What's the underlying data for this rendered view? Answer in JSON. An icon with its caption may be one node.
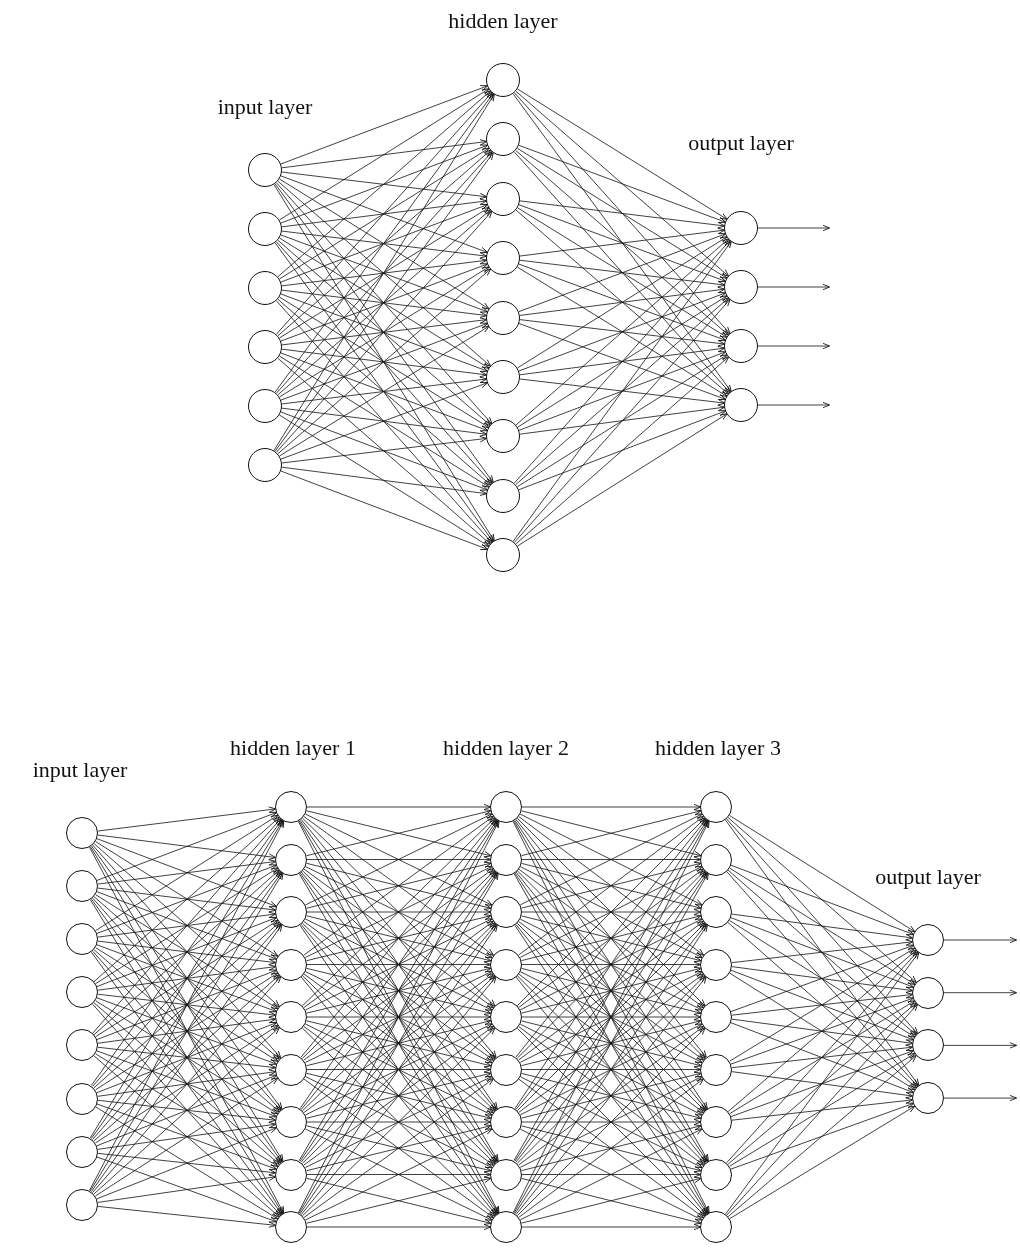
{
  "diagram": {
    "nodes": [
      {
        "text": [],
        "shape": "circle"
      },
      {
        "text": [],
        "shape": "circle"
      },
      {
        "text": [],
        "shape": "circle"
      },
      {
        "text": [],
        "shape": "circle"
      },
      {
        "text": [],
        "shape": "circle"
      },
      {
        "text": [],
        "shape": "circle"
      },
      {
        "text": [],
        "shape": "circle"
      },
      {
        "text": [],
        "shape": "circle"
      },
      {
        "text": [],
        "shape": "circle"
      },
      {
        "text": [],
        "shape": "circle"
      },
      {
        "text": [],
        "shape": "circle"
      },
      {
        "text": [],
        "shape": "circle"
      },
      {
        "text": [],
        "shape": "circle"
      },
      {
        "text": [],
        "shape": "circle"
      },
      {
        "text": [],
        "shape": "circle"
      },
      {
        "text": [],
        "shape": "circle"
      },
      {
        "text": [],
        "shape": "circle"
      },
      {
        "text": [],
        "shape": "circle"
      },
      {
        "text": [],
        "shape": "circle"
      },
      {
        "text": [],
        "shape": "circle"
      },
      {
        "text": [],
        "shape": "circle"
      },
      {
        "text": [],
        "shape": "circle"
      },
      {
        "text": [],
        "shape": "circle"
      },
      {
        "text": [],
        "shape": "circle"
      },
      {
        "text": [],
        "shape": "circle"
      },
      {
        "text": [],
        "shape": "circle"
      },
      {
        "text": [],
        "shape": "circle"
      },
      {
        "text": [],
        "shape": "circle"
      },
      {
        "text": [],
        "shape": "circle"
      },
      {
        "text": [],
        "shape": "circle"
      },
      {
        "text": [],
        "shape": "circle"
      },
      {
        "text": [],
        "shape": "circle"
      },
      {
        "text": [],
        "shape": "circle"
      },
      {
        "text": [],
        "shape": "circle"
      },
      {
        "text": [],
        "shape": "circle"
      },
      {
        "text": [],
        "shape": "circle"
      },
      {
        "text": [],
        "shape": "circle"
      },
      {
        "text": [],
        "shape": "circle"
      },
      {
        "text": [],
        "shape": "circle"
      },
      {
        "text": [],
        "shape": "circle"
      },
      {
        "text": [],
        "shape": "circle"
      },
      {
        "text": [],
        "shape": "circle"
      },
      {
        "text": [],
        "shape": "circle"
      },
      {
        "text": [],
        "shape": "circle"
      },
      {
        "text": [],
        "shape": "circle"
      },
      {
        "text": [],
        "shape": "circle"
      },
      {
        "text": [],
        "shape": "circle"
      },
      {
        "text": [],
        "shape": "circle"
      },
      {
        "text": [],
        "shape": "circle"
      },
      {
        "text": [],
        "shape": "circle"
      },
      {
        "text": [],
        "shape": "circle"
      },
      {
        "text": [],
        "shape": "circle"
      },
      {
        "text": [],
        "shape": "circle"
      },
      {
        "text": [],
        "shape": "circle"
      },
      {
        "text": [],
        "shape": "circle"
      },
      {
        "text": [],
        "shape": "circle"
      },
      {
        "text": [],
        "shape": "circle"
      },
      {
        "text": [],
        "shape": "circle"
      }
    ],
    "edges": [
      {
        "from": 0,
        "to": 6,
        "arrow": "to"
      },
      {
        "from": 0,
        "to": 7,
        "arrow": "to"
      },
      {
        "from": 0,
        "to": 8,
        "arrow": "to"
      },
      {
        "from": 0,
        "to": 9,
        "arrow": "to"
      },
      {
        "from": 0,
        "to": 10,
        "arrow": "to"
      },
      {
        "from": 0,
        "to": 11,
        "arrow": "to"
      },
      {
        "from": 0,
        "to": 12,
        "arrow": "to"
      },
      {
        "from": 0,
        "to": 13,
        "arrow": "to"
      },
      {
        "from": 0,
        "to": 14,
        "arrow": "to"
      },
      {
        "from": 1,
        "to": 6,
        "arrow": "to"
      },
      {
        "from": 1,
        "to": 7,
        "arrow": "to"
      },
      {
        "from": 1,
        "to": 8,
        "arrow": "to"
      },
      {
        "from": 1,
        "to": 9,
        "arrow": "to"
      },
      {
        "from": 1,
        "to": 10,
        "arrow": "to"
      },
      {
        "from": 1,
        "to": 11,
        "arrow": "to"
      },
      {
        "from": 1,
        "to": 12,
        "arrow": "to"
      },
      {
        "from": 1,
        "to": 13,
        "arrow": "to"
      },
      {
        "from": 1,
        "to": 14,
        "arrow": "to"
      },
      {
        "from": 2,
        "to": 6,
        "arrow": "to"
      },
      {
        "from": 2,
        "to": 7,
        "arrow": "to"
      },
      {
        "from": 2,
        "to": 8,
        "arrow": "to"
      },
      {
        "from": 2,
        "to": 9,
        "arrow": "to"
      },
      {
        "from": 2,
        "to": 10,
        "arrow": "to"
      },
      {
        "from": 2,
        "to": 11,
        "arrow": "to"
      },
      {
        "from": 2,
        "to": 12,
        "arrow": "to"
      },
      {
        "from": 2,
        "to": 13,
        "arrow": "to"
      },
      {
        "from": 2,
        "to": 14,
        "arrow": "to"
      },
      {
        "from": 3,
        "to": 6,
        "arrow": "to"
      },
      {
        "from": 3,
        "to": 7,
        "arrow": "to"
      },
      {
        "from": 3,
        "to": 8,
        "arrow": "to"
      },
      {
        "from": 3,
        "to": 9,
        "arrow": "to"
      },
      {
        "from": 3,
        "to": 10,
        "arrow": "to"
      },
      {
        "from": 3,
        "to": 11,
        "arrow": "to"
      },
      {
        "from": 3,
        "to": 12,
        "arrow": "to"
      },
      {
        "from": 3,
        "to": 13,
        "arrow": "to"
      },
      {
        "from": 3,
        "to": 14,
        "arrow": "to"
      },
      {
        "from": 4,
        "to": 6,
        "arrow": "to"
      },
      {
        "from": 4,
        "to": 7,
        "arrow": "to"
      },
      {
        "from": 4,
        "to": 8,
        "arrow": "to"
      },
      {
        "from": 4,
        "to": 9,
        "arrow": "to"
      },
      {
        "from": 4,
        "to": 10,
        "arrow": "to"
      },
      {
        "from": 4,
        "to": 11,
        "arrow": "to"
      },
      {
        "from": 4,
        "to": 12,
        "arrow": "to"
      },
      {
        "from": 4,
        "to": 13,
        "arrow": "to"
      },
      {
        "from": 4,
        "to": 14,
        "arrow": "to"
      },
      {
        "from": 5,
        "to": 6,
        "arrow": "to"
      },
      {
        "from": 5,
        "to": 7,
        "arrow": "to"
      },
      {
        "from": 5,
        "to": 8,
        "arrow": "to"
      },
      {
        "from": 5,
        "to": 9,
        "arrow": "to"
      },
      {
        "from": 5,
        "to": 10,
        "arrow": "to"
      },
      {
        "from": 5,
        "to": 11,
        "arrow": "to"
      },
      {
        "from": 5,
        "to": 12,
        "arrow": "to"
      },
      {
        "from": 5,
        "to": 13,
        "arrow": "to"
      },
      {
        "from": 5,
        "to": 14,
        "arrow": "to"
      },
      {
        "from": 6,
        "to": 15,
        "arrow": "to"
      },
      {
        "from": 6,
        "to": 16,
        "arrow": "to"
      },
      {
        "from": 6,
        "to": 17,
        "arrow": "to"
      },
      {
        "from": 6,
        "to": 18,
        "arrow": "to"
      },
      {
        "from": 7,
        "to": 15,
        "arrow": "to"
      },
      {
        "from": 7,
        "to": 16,
        "arrow": "to"
      },
      {
        "from": 7,
        "to": 17,
        "arrow": "to"
      },
      {
        "from": 7,
        "to": 18,
        "arrow": "to"
      },
      {
        "from": 8,
        "to": 15,
        "arrow": "to"
      },
      {
        "from": 8,
        "to": 16,
        "arrow": "to"
      },
      {
        "from": 8,
        "to": 17,
        "arrow": "to"
      },
      {
        "from": 8,
        "to": 18,
        "arrow": "to"
      },
      {
        "from": 9,
        "to": 15,
        "arrow": "to"
      },
      {
        "from": 9,
        "to": 16,
        "arrow": "to"
      },
      {
        "from": 9,
        "to": 17,
        "arrow": "to"
      },
      {
        "from": 9,
        "to": 18,
        "arrow": "to"
      },
      {
        "from": 10,
        "to": 15,
        "arrow": "to"
      },
      {
        "from": 10,
        "to": 16,
        "arrow": "to"
      },
      {
        "from": 10,
        "to": 17,
        "arrow": "to"
      },
      {
        "from": 10,
        "to": 18,
        "arrow": "to"
      },
      {
        "from": 11,
        "to": 15,
        "arrow": "to"
      },
      {
        "from": 11,
        "to": 16,
        "arrow": "to"
      },
      {
        "from": 11,
        "to": 17,
        "arrow": "to"
      },
      {
        "from": 11,
        "to": 18,
        "arrow": "to"
      },
      {
        "from": 12,
        "to": 15,
        "arrow": "to"
      },
      {
        "from": 12,
        "to": 16,
        "arrow": "to"
      },
      {
        "from": 12,
        "to": 17,
        "arrow": "to"
      },
      {
        "from": 12,
        "to": 18,
        "arrow": "to"
      },
      {
        "from": 13,
        "to": 15,
        "arrow": "to"
      },
      {
        "from": 13,
        "to": 16,
        "arrow": "to"
      },
      {
        "from": 13,
        "to": 17,
        "arrow": "to"
      },
      {
        "from": 13,
        "to": 18,
        "arrow": "to"
      },
      {
        "from": 14,
        "to": 15,
        "arrow": "to"
      },
      {
        "from": 14,
        "to": 16,
        "arrow": "to"
      },
      {
        "from": 14,
        "to": 17,
        "arrow": "to"
      },
      {
        "from": 14,
        "to": 18,
        "arrow": "to"
      },
      {
        "from": 15,
        "to": null,
        "arrow": "to"
      },
      {
        "from": 16,
        "to": null,
        "arrow": "to"
      },
      {
        "from": 17,
        "to": null,
        "arrow": "to"
      },
      {
        "from": 18,
        "to": null,
        "arrow": "to"
      },
      {
        "from": 19,
        "to": 27,
        "arrow": "to"
      },
      {
        "from": 19,
        "to": 28,
        "arrow": "to"
      },
      {
        "from": 19,
        "to": 29,
        "arrow": "to"
      },
      {
        "from": 19,
        "to": 30,
        "arrow": "to"
      },
      {
        "from": 19,
        "to": 31,
        "arrow": "to"
      },
      {
        "from": 19,
        "to": 32,
        "arrow": "to"
      },
      {
        "from": 19,
        "to": 33,
        "arrow": "to"
      },
      {
        "from": 19,
        "to": 34,
        "arrow": "to"
      },
      {
        "from": 19,
        "to": 35,
        "arrow": "to"
      },
      {
        "from": 20,
        "to": 27,
        "arrow": "to"
      },
      {
        "from": 20,
        "to": 28,
        "arrow": "to"
      },
      {
        "from": 20,
        "to": 29,
        "arrow": "to"
      },
      {
        "from": 20,
        "to": 30,
        "arrow": "to"
      },
      {
        "from": 20,
        "to": 31,
        "arrow": "to"
      },
      {
        "from": 20,
        "to": 32,
        "arrow": "to"
      },
      {
        "from": 20,
        "to": 33,
        "arrow": "to"
      },
      {
        "from": 20,
        "to": 34,
        "arrow": "to"
      },
      {
        "from": 20,
        "to": 35,
        "arrow": "to"
      },
      {
        "from": 21,
        "to": 27,
        "arrow": "to"
      },
      {
        "from": 21,
        "to": 28,
        "arrow": "to"
      },
      {
        "from": 21,
        "to": 29,
        "arrow": "to"
      },
      {
        "from": 21,
        "to": 30,
        "arrow": "to"
      },
      {
        "from": 21,
        "to": 31,
        "arrow": "to"
      },
      {
        "from": 21,
        "to": 32,
        "arrow": "to"
      },
      {
        "from": 21,
        "to": 33,
        "arrow": "to"
      },
      {
        "from": 21,
        "to": 34,
        "arrow": "to"
      },
      {
        "from": 21,
        "to": 35,
        "arrow": "to"
      },
      {
        "from": 22,
        "to": 27,
        "arrow": "to"
      },
      {
        "from": 22,
        "to": 28,
        "arrow": "to"
      },
      {
        "from": 22,
        "to": 29,
        "arrow": "to"
      },
      {
        "from": 22,
        "to": 30,
        "arrow": "to"
      },
      {
        "from": 22,
        "to": 31,
        "arrow": "to"
      },
      {
        "from": 22,
        "to": 32,
        "arrow": "to"
      },
      {
        "from": 22,
        "to": 33,
        "arrow": "to"
      },
      {
        "from": 22,
        "to": 34,
        "arrow": "to"
      },
      {
        "from": 22,
        "to": 35,
        "arrow": "to"
      },
      {
        "from": 23,
        "to": 27,
        "arrow": "to"
      },
      {
        "from": 23,
        "to": 28,
        "arrow": "to"
      },
      {
        "from": 23,
        "to": 29,
        "arrow": "to"
      },
      {
        "from": 23,
        "to": 30,
        "arrow": "to"
      },
      {
        "from": 23,
        "to": 31,
        "arrow": "to"
      },
      {
        "from": 23,
        "to": 32,
        "arrow": "to"
      },
      {
        "from": 23,
        "to": 33,
        "arrow": "to"
      },
      {
        "from": 23,
        "to": 34,
        "arrow": "to"
      },
      {
        "from": 23,
        "to": 35,
        "arrow": "to"
      },
      {
        "from": 24,
        "to": 27,
        "arrow": "to"
      },
      {
        "from": 24,
        "to": 28,
        "arrow": "to"
      },
      {
        "from": 24,
        "to": 29,
        "arrow": "to"
      },
      {
        "from": 24,
        "to": 30,
        "arrow": "to"
      },
      {
        "from": 24,
        "to": 31,
        "arrow": "to"
      },
      {
        "from": 24,
        "to": 32,
        "arrow": "to"
      },
      {
        "from": 24,
        "to": 33,
        "arrow": "to"
      },
      {
        "from": 24,
        "to": 34,
        "arrow": "to"
      },
      {
        "from": 24,
        "to": 35,
        "arrow": "to"
      },
      {
        "from": 25,
        "to": 27,
        "arrow": "to"
      },
      {
        "from": 25,
        "to": 28,
        "arrow": "to"
      },
      {
        "from": 25,
        "to": 29,
        "arrow": "to"
      },
      {
        "from": 25,
        "to": 30,
        "arrow": "to"
      },
      {
        "from": 25,
        "to": 31,
        "arrow": "to"
      },
      {
        "from": 25,
        "to": 32,
        "arrow": "to"
      },
      {
        "from": 25,
        "to": 33,
        "arrow": "to"
      },
      {
        "from": 25,
        "to": 34,
        "arrow": "to"
      },
      {
        "from": 25,
        "to": 35,
        "arrow": "to"
      },
      {
        "from": 26,
        "to": 27,
        "arrow": "to"
      },
      {
        "from": 26,
        "to": 28,
        "arrow": "to"
      },
      {
        "from": 26,
        "to": 29,
        "arrow": "to"
      },
      {
        "from": 26,
        "to": 30,
        "arrow": "to"
      },
      {
        "from": 26,
        "to": 31,
        "arrow": "to"
      },
      {
        "from": 26,
        "to": 32,
        "arrow": "to"
      },
      {
        "from": 26,
        "to": 33,
        "arrow": "to"
      },
      {
        "from": 26,
        "to": 34,
        "arrow": "to"
      },
      {
        "from": 26,
        "to": 35,
        "arrow": "to"
      },
      {
        "from": 27,
        "to": 36,
        "arrow": "to"
      },
      {
        "from": 27,
        "to": 37,
        "arrow": "to"
      },
      {
        "from": 27,
        "to": 38,
        "arrow": "to"
      },
      {
        "from": 27,
        "to": 39,
        "arrow": "to"
      },
      {
        "from": 27,
        "to": 40,
        "arrow": "to"
      },
      {
        "from": 27,
        "to": 41,
        "arrow": "to"
      },
      {
        "from": 27,
        "to": 42,
        "arrow": "to"
      },
      {
        "from": 27,
        "to": 43,
        "arrow": "to"
      },
      {
        "from": 27,
        "to": 44,
        "arrow": "to"
      },
      {
        "from": 28,
        "to": 36,
        "arrow": "to"
      },
      {
        "from": 28,
        "to": 37,
        "arrow": "to"
      },
      {
        "from": 28,
        "to": 38,
        "arrow": "to"
      },
      {
        "from": 28,
        "to": 39,
        "arrow": "to"
      },
      {
        "from": 28,
        "to": 40,
        "arrow": "to"
      },
      {
        "from": 28,
        "to": 41,
        "arrow": "to"
      },
      {
        "from": 28,
        "to": 42,
        "arrow": "to"
      },
      {
        "from": 28,
        "to": 43,
        "arrow": "to"
      },
      {
        "from": 28,
        "to": 44,
        "arrow": "to"
      },
      {
        "from": 29,
        "to": 36,
        "arrow": "to"
      },
      {
        "from": 29,
        "to": 37,
        "arrow": "to"
      },
      {
        "from": 29,
        "to": 38,
        "arrow": "to"
      },
      {
        "from": 29,
        "to": 39,
        "arrow": "to"
      },
      {
        "from": 29,
        "to": 40,
        "arrow": "to"
      },
      {
        "from": 29,
        "to": 41,
        "arrow": "to"
      },
      {
        "from": 29,
        "to": 42,
        "arrow": "to"
      },
      {
        "from": 29,
        "to": 43,
        "arrow": "to"
      },
      {
        "from": 29,
        "to": 44,
        "arrow": "to"
      },
      {
        "from": 30,
        "to": 36,
        "arrow": "to"
      },
      {
        "from": 30,
        "to": 37,
        "arrow": "to"
      },
      {
        "from": 30,
        "to": 38,
        "arrow": "to"
      },
      {
        "from": 30,
        "to": 39,
        "arrow": "to"
      },
      {
        "from": 30,
        "to": 40,
        "arrow": "to"
      },
      {
        "from": 30,
        "to": 41,
        "arrow": "to"
      },
      {
        "from": 30,
        "to": 42,
        "arrow": "to"
      },
      {
        "from": 30,
        "to": 43,
        "arrow": "to"
      },
      {
        "from": 30,
        "to": 44,
        "arrow": "to"
      },
      {
        "from": 31,
        "to": 36,
        "arrow": "to"
      },
      {
        "from": 31,
        "to": 37,
        "arrow": "to"
      },
      {
        "from": 31,
        "to": 38,
        "arrow": "to"
      },
      {
        "from": 31,
        "to": 39,
        "arrow": "to"
      },
      {
        "from": 31,
        "to": 40,
        "arrow": "to"
      },
      {
        "from": 31,
        "to": 41,
        "arrow": "to"
      },
      {
        "from": 31,
        "to": 42,
        "arrow": "to"
      },
      {
        "from": 31,
        "to": 43,
        "arrow": "to"
      },
      {
        "from": 31,
        "to": 44,
        "arrow": "to"
      },
      {
        "from": 32,
        "to": 36,
        "arrow": "to"
      },
      {
        "from": 32,
        "to": 37,
        "arrow": "to"
      },
      {
        "from": 32,
        "to": 38,
        "arrow": "to"
      },
      {
        "from": 32,
        "to": 39,
        "arrow": "to"
      },
      {
        "from": 32,
        "to": 40,
        "arrow": "to"
      },
      {
        "from": 32,
        "to": 41,
        "arrow": "to"
      },
      {
        "from": 32,
        "to": 42,
        "arrow": "to"
      },
      {
        "from": 32,
        "to": 43,
        "arrow": "to"
      },
      {
        "from": 32,
        "to": 44,
        "arrow": "to"
      },
      {
        "from": 33,
        "to": 36,
        "arrow": "to"
      },
      {
        "from": 33,
        "to": 37,
        "arrow": "to"
      },
      {
        "from": 33,
        "to": 38,
        "arrow": "to"
      },
      {
        "from": 33,
        "to": 39,
        "arrow": "to"
      },
      {
        "from": 33,
        "to": 40,
        "arrow": "to"
      },
      {
        "from": 33,
        "to": 41,
        "arrow": "to"
      },
      {
        "from": 33,
        "to": 42,
        "arrow": "to"
      },
      {
        "from": 33,
        "to": 43,
        "arrow": "to"
      },
      {
        "from": 33,
        "to": 44,
        "arrow": "to"
      },
      {
        "from": 34,
        "to": 36,
        "arrow": "to"
      },
      {
        "from": 34,
        "to": 37,
        "arrow": "to"
      },
      {
        "from": 34,
        "to": 38,
        "arrow": "to"
      },
      {
        "from": 34,
        "to": 39,
        "arrow": "to"
      },
      {
        "from": 34,
        "to": 40,
        "arrow": "to"
      },
      {
        "from": 34,
        "to": 41,
        "arrow": "to"
      },
      {
        "from": 34,
        "to": 42,
        "arrow": "to"
      },
      {
        "from": 34,
        "to": 43,
        "arrow": "to"
      },
      {
        "from": 34,
        "to": 44,
        "arrow": "to"
      },
      {
        "from": 35,
        "to": 36,
        "arrow": "to"
      },
      {
        "from": 35,
        "to": 37,
        "arrow": "to"
      },
      {
        "from": 35,
        "to": 38,
        "arrow": "to"
      },
      {
        "from": 35,
        "to": 39,
        "arrow": "to"
      },
      {
        "from": 35,
        "to": 40,
        "arrow": "to"
      },
      {
        "from": 35,
        "to": 41,
        "arrow": "to"
      },
      {
        "from": 35,
        "to": 42,
        "arrow": "to"
      },
      {
        "from": 35,
        "to": 43,
        "arrow": "to"
      },
      {
        "from": 35,
        "to": 44,
        "arrow": "to"
      },
      {
        "from": 36,
        "to": 45,
        "arrow": "to"
      },
      {
        "from": 36,
        "to": 46,
        "arrow": "to"
      },
      {
        "from": 36,
        "to": 47,
        "arrow": "to"
      },
      {
        "from": 36,
        "to": 48,
        "arrow": "to"
      },
      {
        "from": 36,
        "to": 49,
        "arrow": "to"
      },
      {
        "from": 36,
        "to": 50,
        "arrow": "to"
      },
      {
        "from": 36,
        "to": 51,
        "arrow": "to"
      },
      {
        "from": 36,
        "to": 52,
        "arrow": "to"
      },
      {
        "from": 36,
        "to": 53,
        "arrow": "to"
      },
      {
        "from": 37,
        "to": 45,
        "arrow": "to"
      },
      {
        "from": 37,
        "to": 46,
        "arrow": "to"
      },
      {
        "from": 37,
        "to": 47,
        "arrow": "to"
      },
      {
        "from": 37,
        "to": 48,
        "arrow": "to"
      },
      {
        "from": 37,
        "to": 49,
        "arrow": "to"
      },
      {
        "from": 37,
        "to": 50,
        "arrow": "to"
      },
      {
        "from": 37,
        "to": 51,
        "arrow": "to"
      },
      {
        "from": 37,
        "to": 52,
        "arrow": "to"
      },
      {
        "from": 37,
        "to": 53,
        "arrow": "to"
      },
      {
        "from": 38,
        "to": 45,
        "arrow": "to"
      },
      {
        "from": 38,
        "to": 46,
        "arrow": "to"
      },
      {
        "from": 38,
        "to": 47,
        "arrow": "to"
      },
      {
        "from": 38,
        "to": 48,
        "arrow": "to"
      },
      {
        "from": 38,
        "to": 49,
        "arrow": "to"
      },
      {
        "from": 38,
        "to": 50,
        "arrow": "to"
      },
      {
        "from": 38,
        "to": 51,
        "arrow": "to"
      },
      {
        "from": 38,
        "to": 52,
        "arrow": "to"
      },
      {
        "from": 38,
        "to": 53,
        "arrow": "to"
      },
      {
        "from": 39,
        "to": 45,
        "arrow": "to"
      },
      {
        "from": 39,
        "to": 46,
        "arrow": "to"
      },
      {
        "from": 39,
        "to": 47,
        "arrow": "to"
      },
      {
        "from": 39,
        "to": 48,
        "arrow": "to"
      },
      {
        "from": 39,
        "to": 49,
        "arrow": "to"
      },
      {
        "from": 39,
        "to": 50,
        "arrow": "to"
      },
      {
        "from": 39,
        "to": 51,
        "arrow": "to"
      },
      {
        "from": 39,
        "to": 52,
        "arrow": "to"
      },
      {
        "from": 39,
        "to": 53,
        "arrow": "to"
      },
      {
        "from": 40,
        "to": 45,
        "arrow": "to"
      },
      {
        "from": 40,
        "to": 46,
        "arrow": "to"
      },
      {
        "from": 40,
        "to": 47,
        "arrow": "to"
      },
      {
        "from": 40,
        "to": 48,
        "arrow": "to"
      },
      {
        "from": 40,
        "to": 49,
        "arrow": "to"
      },
      {
        "from": 40,
        "to": 50,
        "arrow": "to"
      },
      {
        "from": 40,
        "to": 51,
        "arrow": "to"
      },
      {
        "from": 40,
        "to": 52,
        "arrow": "to"
      },
      {
        "from": 40,
        "to": 53,
        "arrow": "to"
      },
      {
        "from": 41,
        "to": 45,
        "arrow": "to"
      },
      {
        "from": 41,
        "to": 46,
        "arrow": "to"
      },
      {
        "from": 41,
        "to": 47,
        "arrow": "to"
      },
      {
        "from": 41,
        "to": 48,
        "arrow": "to"
      },
      {
        "from": 41,
        "to": 49,
        "arrow": "to"
      },
      {
        "from": 41,
        "to": 50,
        "arrow": "to"
      },
      {
        "from": 41,
        "to": 51,
        "arrow": "to"
      },
      {
        "from": 41,
        "to": 52,
        "arrow": "to"
      },
      {
        "from": 41,
        "to": 53,
        "arrow": "to"
      },
      {
        "from": 42,
        "to": 45,
        "arrow": "to"
      },
      {
        "from": 42,
        "to": 46,
        "arrow": "to"
      },
      {
        "from": 42,
        "to": 47,
        "arrow": "to"
      },
      {
        "from": 42,
        "to": 48,
        "arrow": "to"
      },
      {
        "from": 42,
        "to": 49,
        "arrow": "to"
      },
      {
        "from": 42,
        "to": 50,
        "arrow": "to"
      },
      {
        "from": 42,
        "to": 51,
        "arrow": "to"
      },
      {
        "from": 42,
        "to": 52,
        "arrow": "to"
      },
      {
        "from": 42,
        "to": 53,
        "arrow": "to"
      },
      {
        "from": 43,
        "to": 45,
        "arrow": "to"
      },
      {
        "from": 43,
        "to": 46,
        "arrow": "to"
      },
      {
        "from": 43,
        "to": 47,
        "arrow": "to"
      },
      {
        "from": 43,
        "to": 48,
        "arrow": "to"
      },
      {
        "from": 43,
        "to": 49,
        "arrow": "to"
      },
      {
        "from": 43,
        "to": 50,
        "arrow": "to"
      },
      {
        "from": 43,
        "to": 51,
        "arrow": "to"
      },
      {
        "from": 43,
        "to": 52,
        "arrow": "to"
      },
      {
        "from": 43,
        "to": 53,
        "arrow": "to"
      },
      {
        "from": 44,
        "to": 45,
        "arrow": "to"
      },
      {
        "from": 44,
        "to": 46,
        "arrow": "to"
      },
      {
        "from": 44,
        "to": 47,
        "arrow": "to"
      },
      {
        "from": 44,
        "to": 48,
        "arrow": "to"
      },
      {
        "from": 44,
        "to": 49,
        "arrow": "to"
      },
      {
        "from": 44,
        "to": 50,
        "arrow": "to"
      },
      {
        "from": 44,
        "to": 51,
        "arrow": "to"
      },
      {
        "from": 44,
        "to": 52,
        "arrow": "to"
      },
      {
        "from": 44,
        "to": 53,
        "arrow": "to"
      },
      {
        "from": 45,
        "to": 54,
        "arrow": "to"
      },
      {
        "from": 45,
        "to": 55,
        "arrow": "to"
      },
      {
        "from": 45,
        "to": 56,
        "arrow": "to"
      },
      {
        "from": 45,
        "to": 57,
        "arrow": "to"
      },
      {
        "from": 46,
        "to": 54,
        "arrow": "to"
      },
      {
        "from": 46,
        "to": 55,
        "arrow": "to"
      },
      {
        "from": 46,
        "to": 56,
        "arrow": "to"
      },
      {
        "from": 46,
        "to": 57,
        "arrow": "to"
      },
      {
        "from": 47,
        "to": 54,
        "arrow": "to"
      },
      {
        "from": 47,
        "to": 55,
        "arrow": "to"
      },
      {
        "from": 47,
        "to": 56,
        "arrow": "to"
      },
      {
        "from": 47,
        "to": 57,
        "arrow": "to"
      },
      {
        "from": 48,
        "to": 54,
        "arrow": "to"
      },
      {
        "from": 48,
        "to": 55,
        "arrow": "to"
      },
      {
        "from": 48,
        "to": 56,
        "arrow": "to"
      },
      {
        "from": 48,
        "to": 57,
        "arrow": "to"
      },
      {
        "from": 49,
        "to": 54,
        "arrow": "to"
      },
      {
        "from": 49,
        "to": 55,
        "arrow": "to"
      },
      {
        "from": 49,
        "to": 56,
        "arrow": "to"
      },
      {
        "from": 49,
        "to": 57,
        "arrow": "to"
      },
      {
        "from": 50,
        "to": 54,
        "arrow": "to"
      },
      {
        "from": 50,
        "to": 55,
        "arrow": "to"
      },
      {
        "from": 50,
        "to": 56,
        "arrow": "to"
      },
      {
        "from": 50,
        "to": 57,
        "arrow": "to"
      },
      {
        "from": 51,
        "to": 54,
        "arrow": "to"
      },
      {
        "from": 51,
        "to": 55,
        "arrow": "to"
      },
      {
        "from": 51,
        "to": 56,
        "arrow": "to"
      },
      {
        "from": 51,
        "to": 57,
        "arrow": "to"
      },
      {
        "from": 52,
        "to": 54,
        "arrow": "to"
      },
      {
        "from": 52,
        "to": 55,
        "arrow": "to"
      },
      {
        "from": 52,
        "to": 56,
        "arrow": "to"
      },
      {
        "from": 52,
        "to": 57,
        "arrow": "to"
      },
      {
        "from": 53,
        "to": 54,
        "arrow": "to"
      },
      {
        "from": 53,
        "to": 55,
        "arrow": "to"
      },
      {
        "from": 53,
        "to": 56,
        "arrow": "to"
      },
      {
        "from": 53,
        "to": 57,
        "arrow": "to"
      },
      {
        "from": 54,
        "to": null,
        "arrow": "to"
      },
      {
        "from": 55,
        "to": null,
        "arrow": "to"
      },
      {
        "from": 56,
        "to": null,
        "arrow": "to"
      },
      {
        "from": 57,
        "to": null,
        "arrow": "to"
      }
    ],
    "labels": [
      "hidden layer",
      "input layer",
      "output layer",
      "hidden layer 1",
      "hidden layer 2",
      "hidden layer 3",
      "input layer",
      "output layer"
    ]
  }
}
